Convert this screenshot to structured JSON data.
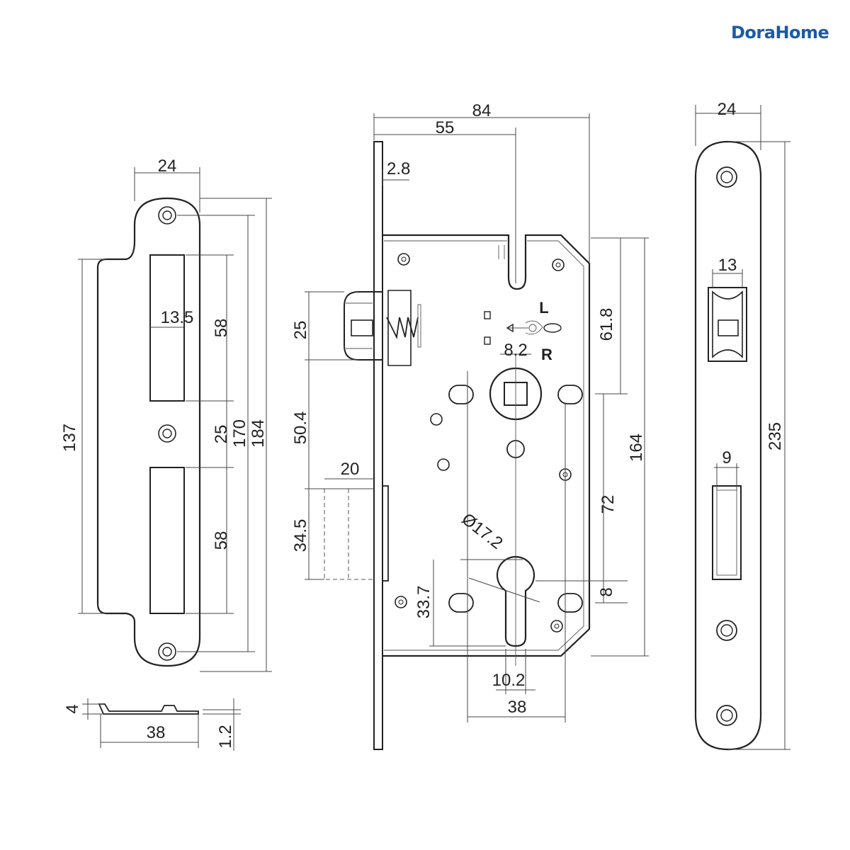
{
  "brand": {
    "logo_text": "DoraHome",
    "color": "#1a5aa8"
  },
  "strike_plate": {
    "width": "24",
    "height_outer": "137",
    "opening_width": "13.5",
    "opening_top": "58",
    "opening_bottom": "58",
    "gap": "25",
    "hole_spacing": "170",
    "total_height": "184",
    "side_depth": "4",
    "side_width": "38",
    "thickness": "1.2"
  },
  "lock_body": {
    "width_total": "84",
    "backset": "55",
    "faceplate_thickness": "2.8",
    "latch_height": "25",
    "latch_to_spindle": "50.4",
    "deadbolt_projection": "20",
    "deadbolt_height": "34.5",
    "spindle_size": "8.2",
    "hand_left": "L",
    "hand_right": "R",
    "top_offset": "61.8",
    "body_height": "164",
    "center_distance": "72",
    "cylinder_diameter": "Ø17.2",
    "cylinder_offset": "33.7",
    "cylinder_slot": "8",
    "cylinder_width": "10.2",
    "hole_spacing": "38"
  },
  "faceplate": {
    "width": "24",
    "latch_width": "13",
    "bolt_width": "9",
    "height": "235"
  }
}
